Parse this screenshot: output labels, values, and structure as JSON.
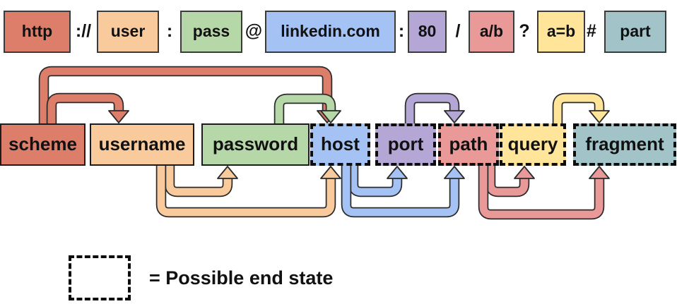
{
  "url_bar": {
    "tokens": [
      {
        "text": "http",
        "kind": "box",
        "state": "scheme",
        "color": "#DD7E6B"
      },
      {
        "text": "://",
        "kind": "separator"
      },
      {
        "text": "user",
        "kind": "box",
        "state": "username",
        "color": "#F9CB9C"
      },
      {
        "text": ":",
        "kind": "separator"
      },
      {
        "text": "pass",
        "kind": "box",
        "state": "password",
        "color": "#B6D7A8"
      },
      {
        "text": "@",
        "kind": "separator"
      },
      {
        "text": "linkedin.com",
        "kind": "box",
        "state": "host",
        "color": "#A4C2F4"
      },
      {
        "text": ":",
        "kind": "separator"
      },
      {
        "text": "80",
        "kind": "box",
        "state": "port",
        "color": "#B4A7D6"
      },
      {
        "text": "/",
        "kind": "separator"
      },
      {
        "text": "a/b",
        "kind": "box",
        "state": "path",
        "color": "#EA9999"
      },
      {
        "text": "?",
        "kind": "separator"
      },
      {
        "text": "a=b",
        "kind": "box",
        "state": "query",
        "color": "#FFE599"
      },
      {
        "text": "#",
        "kind": "separator"
      },
      {
        "text": "part",
        "kind": "box",
        "state": "fragment",
        "color": "#A2C4C9"
      }
    ]
  },
  "states": [
    {
      "label": "scheme",
      "color": "#DD7E6B",
      "end_state": false
    },
    {
      "label": "username",
      "color": "#F9CB9C",
      "end_state": false
    },
    {
      "label": "password",
      "color": "#B6D7A8",
      "end_state": false
    },
    {
      "label": "host",
      "color": "#A4C2F4",
      "end_state": true
    },
    {
      "label": "port",
      "color": "#B4A7D6",
      "end_state": true
    },
    {
      "label": "path",
      "color": "#EA9999",
      "end_state": true
    },
    {
      "label": "query",
      "color": "#FFE599",
      "end_state": true
    },
    {
      "label": "fragment",
      "color": "#A2C4C9",
      "end_state": true
    }
  ],
  "transitions": [
    {
      "from": "scheme",
      "to": "host",
      "side": "above",
      "color": "#DD7E6B"
    },
    {
      "from": "scheme",
      "to": "username",
      "side": "above",
      "color": "#DD7E6B"
    },
    {
      "from": "password",
      "to": "host",
      "side": "above",
      "color": "#B6D7A8"
    },
    {
      "from": "port",
      "to": "path",
      "side": "above",
      "color": "#B4A7D6"
    },
    {
      "from": "query",
      "to": "fragment",
      "side": "above",
      "color": "#FFE599"
    },
    {
      "from": "username",
      "to": "password",
      "side": "below",
      "color": "#F9CB9C"
    },
    {
      "from": "username",
      "to": "host",
      "side": "below",
      "color": "#F9CB9C"
    },
    {
      "from": "host",
      "to": "port",
      "side": "below",
      "color": "#A4C2F4"
    },
    {
      "from": "host",
      "to": "path",
      "side": "below",
      "color": "#A4C2F4"
    },
    {
      "from": "path",
      "to": "query",
      "side": "below",
      "color": "#EA9999"
    },
    {
      "from": "path",
      "to": "fragment",
      "side": "below",
      "color": "#EA9999"
    }
  ],
  "legend": {
    "text": "= Possible end state"
  }
}
